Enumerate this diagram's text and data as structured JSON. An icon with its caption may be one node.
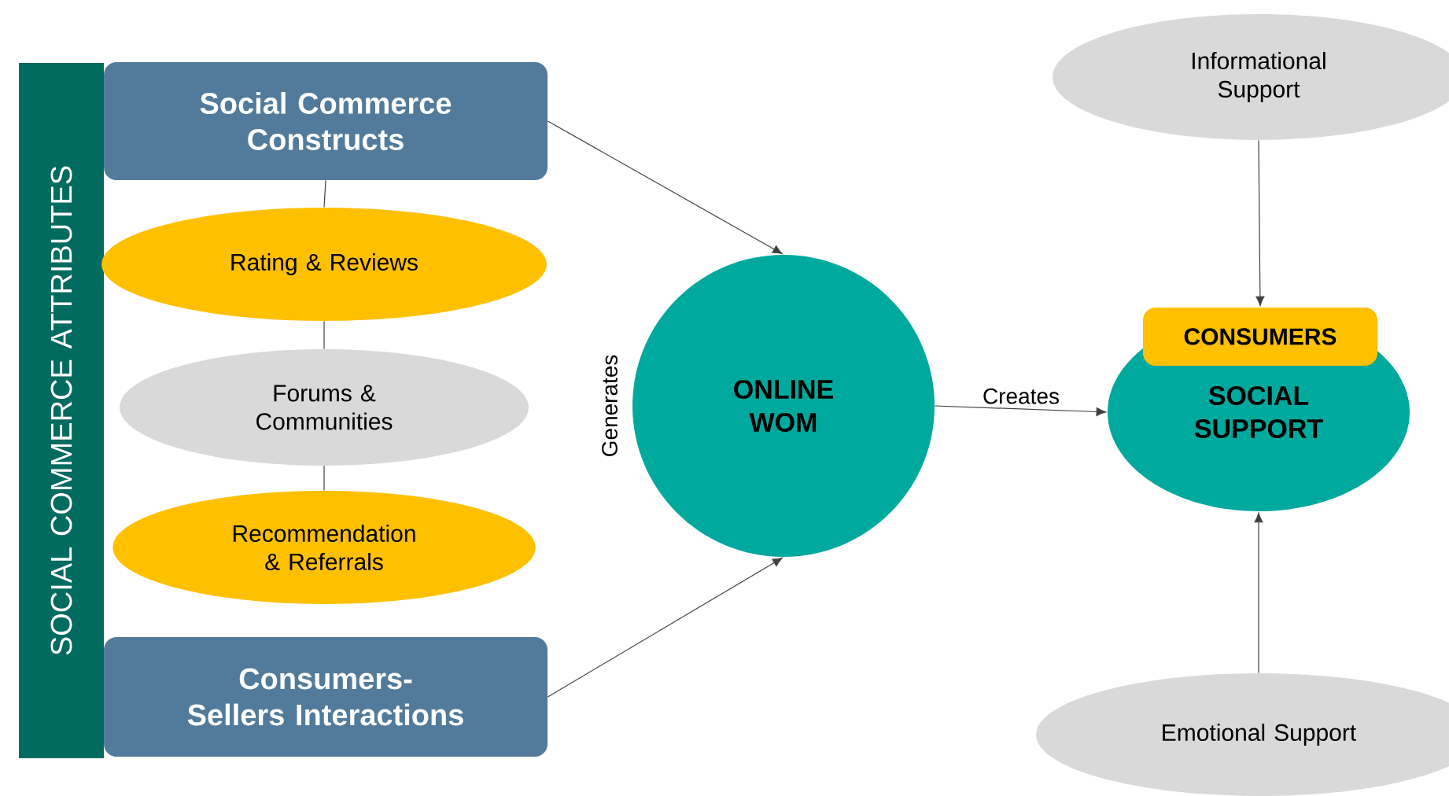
{
  "diagram": {
    "nodes": [
      {
        "text": [
          "SOCIAL COMMERCE ATTRIBUTES"
        ]
      },
      {
        "text": [
          "Social Commerce Constructs"
        ]
      },
      {
        "text": [
          "Rating & Reviews"
        ]
      },
      {
        "text": [
          "Forums & Communities"
        ]
      },
      {
        "text": [
          "Recommendation & Referrals"
        ]
      },
      {
        "text": [
          "Consumers-Sellers Interactions"
        ]
      },
      {
        "text": [
          "ONLINE WOM"
        ],
        "beside": [
          "Generates"
        ]
      },
      {
        "text": [
          "Informational Support"
        ]
      },
      {
        "text": [
          "SOCIAL SUPPORT"
        ]
      },
      {
        "text": [
          "CONSUMERS"
        ]
      },
      {
        "text": [
          "Emotional Support"
        ]
      }
    ],
    "edges": [
      {
        "from": 1,
        "to": 2,
        "arrow": "none"
      },
      {
        "from": 2,
        "to": 3,
        "arrow": "none"
      },
      {
        "from": 3,
        "to": 4,
        "arrow": "none"
      },
      {
        "from": 1,
        "to": 6,
        "arrow": "to"
      },
      {
        "from": 5,
        "to": 6,
        "arrow": "to"
      },
      {
        "from": 6,
        "to": 8,
        "arrow": "to",
        "label": "Creates"
      },
      {
        "from": 7,
        "to": 9,
        "arrow": "to"
      },
      {
        "from": 10,
        "to": 8,
        "arrow": "to"
      }
    ]
  }
}
